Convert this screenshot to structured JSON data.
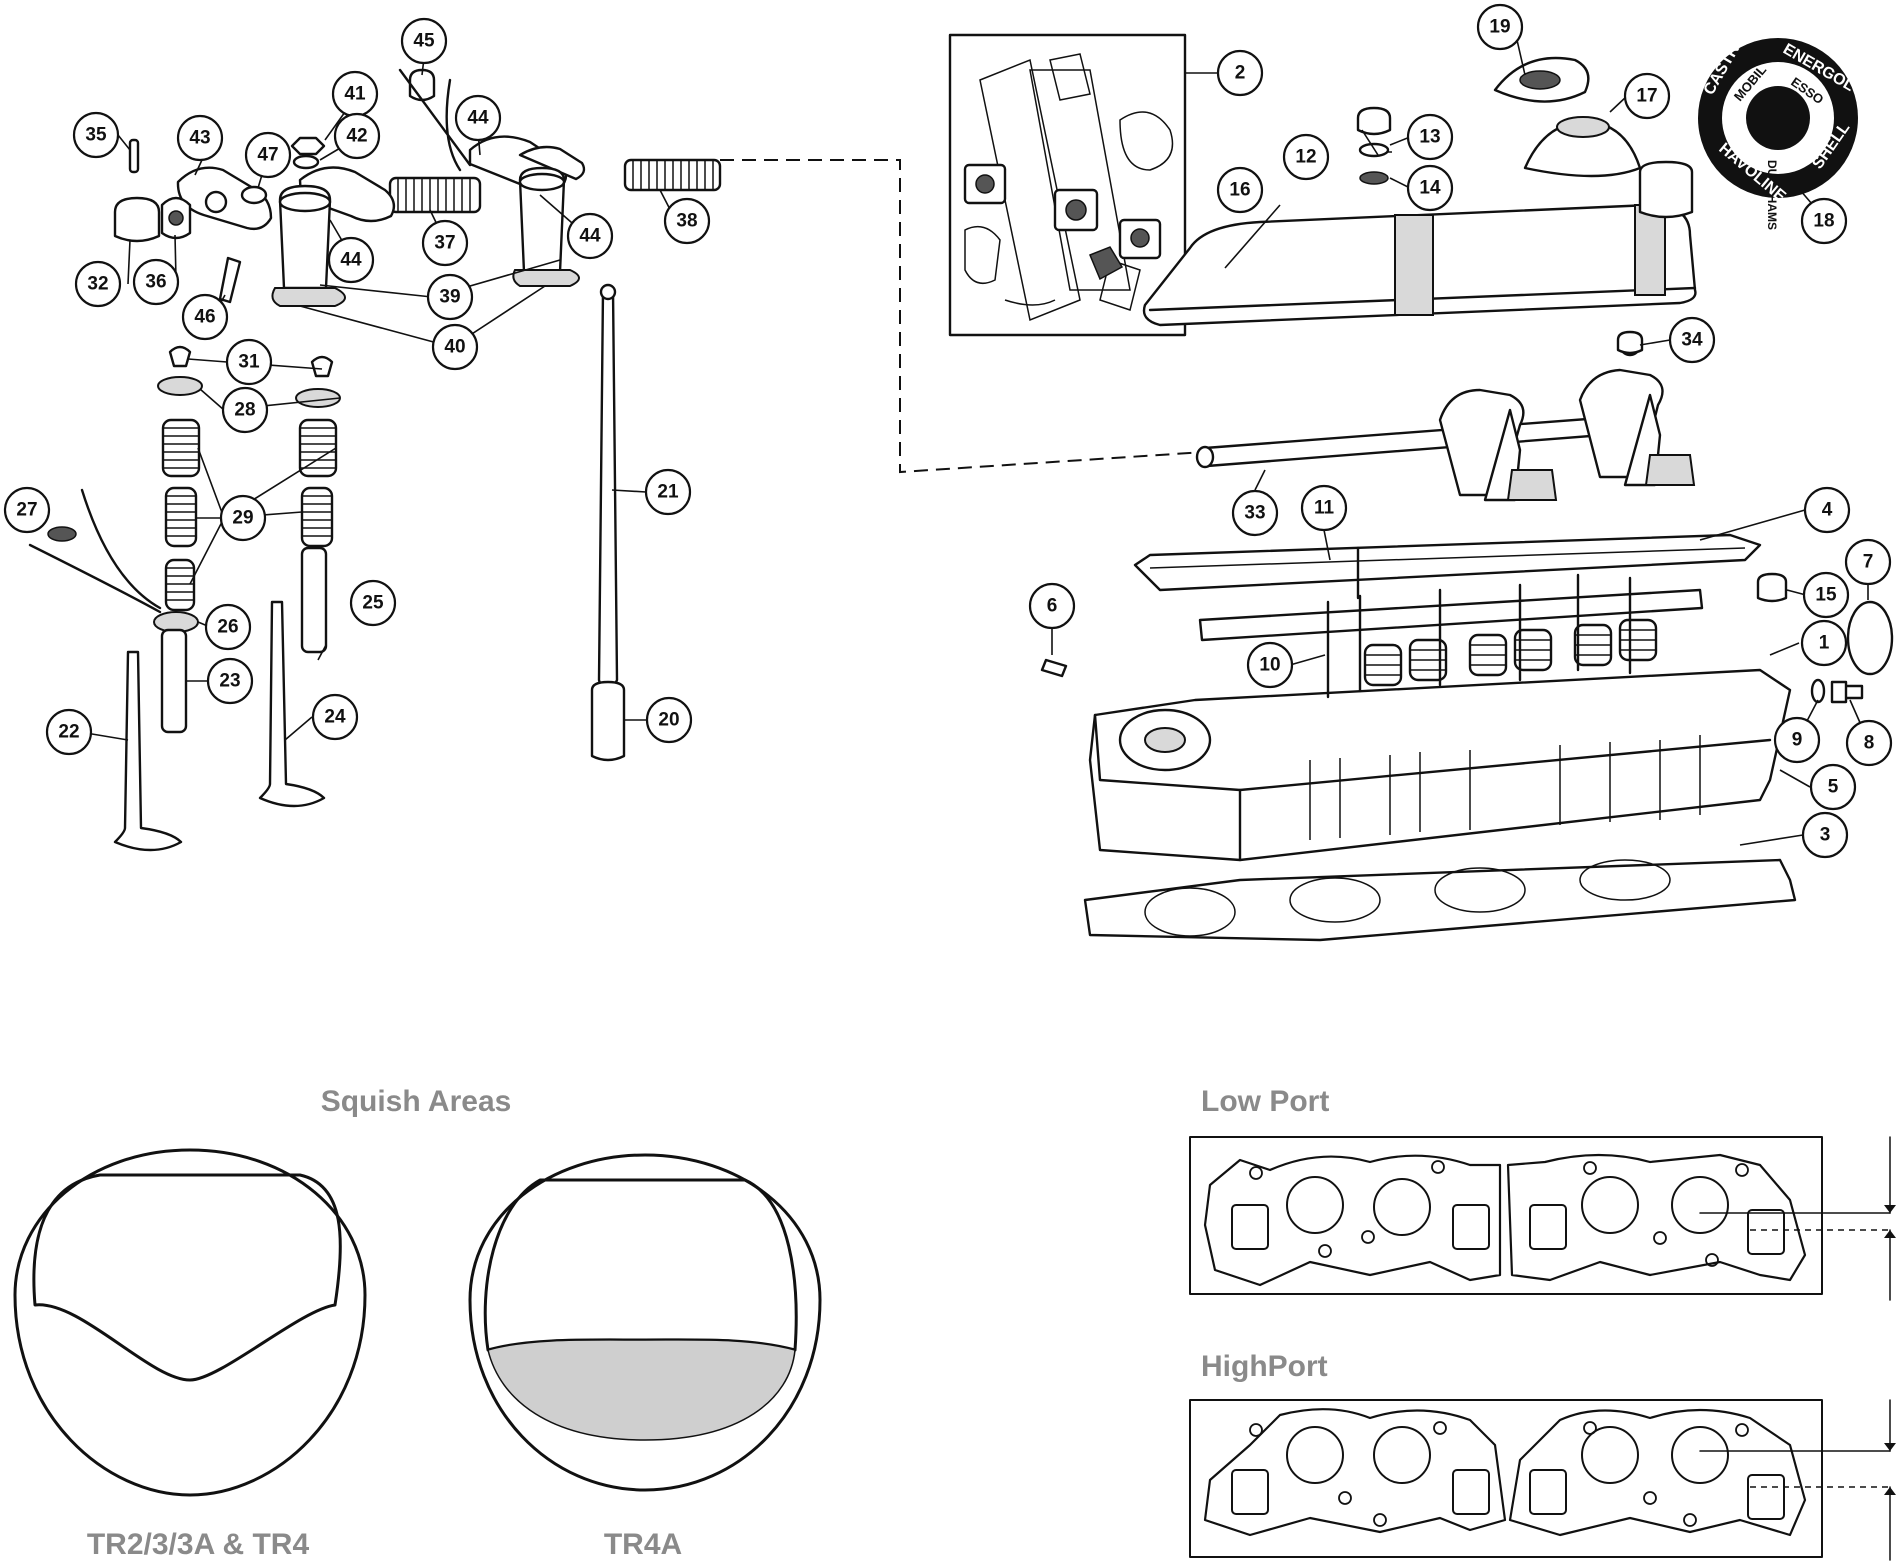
{
  "callouts": [
    "1",
    "2",
    "3",
    "4",
    "5",
    "6",
    "7",
    "8",
    "9",
    "10",
    "11",
    "12",
    "13",
    "14",
    "15",
    "16",
    "17",
    "18",
    "19",
    "20",
    "21",
    "22",
    "23",
    "24",
    "25",
    "26",
    "27",
    "28",
    "29",
    "31",
    "32",
    "33",
    "34",
    "35",
    "36",
    "37",
    "38",
    "39",
    "40",
    "41",
    "42",
    "43",
    "44",
    "45",
    "46",
    "47"
  ],
  "oil_brands": [
    "CASTROL",
    "ENERGOL",
    "MOBIL",
    "ESSO",
    "DUCKHAMS",
    "SHELL",
    "HAVOLINE"
  ],
  "squish_title": "Squish Areas",
  "chamber_labels": [
    "TR2/3/3A & TR4",
    "TR4A"
  ],
  "port_labels": [
    "Low Port",
    "HighPort"
  ]
}
